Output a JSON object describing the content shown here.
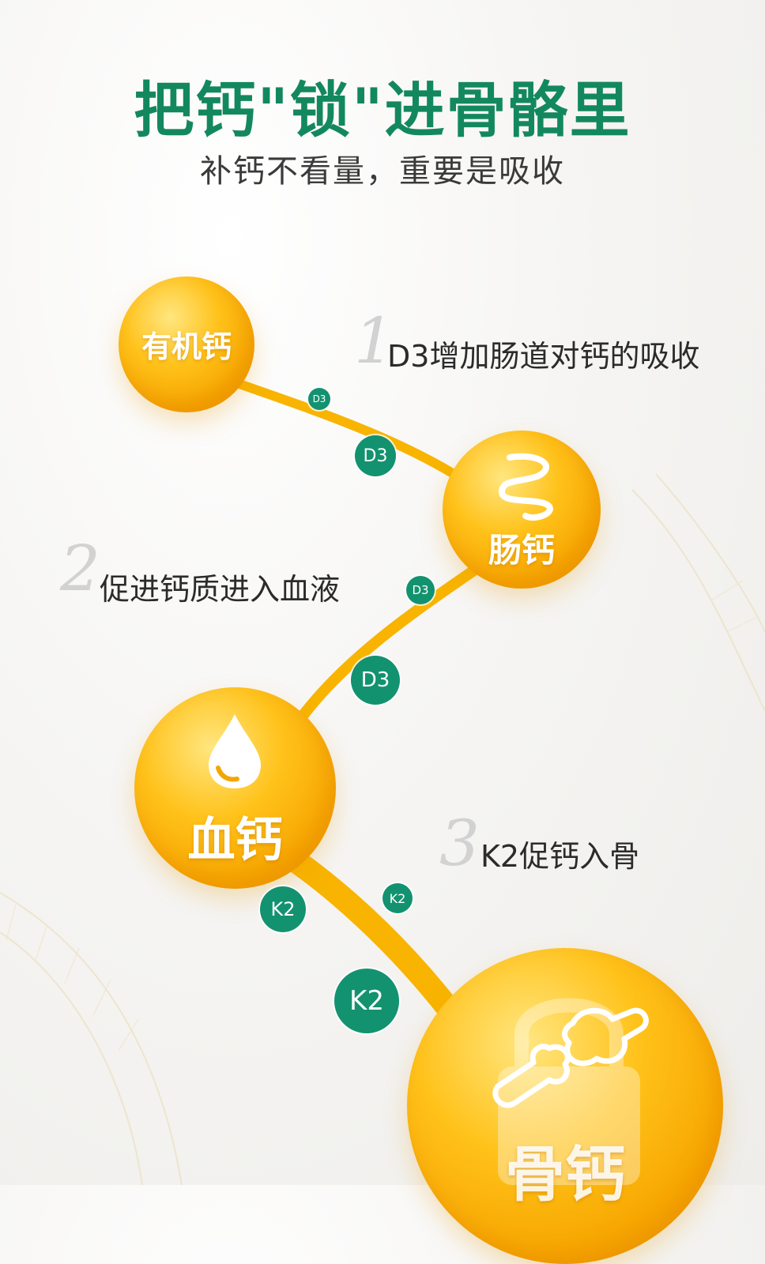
{
  "headline": "把钙\"锁\"进骨骼里",
  "subheadline": "补钙不看量，重要是吸收",
  "nodes": {
    "organic": {
      "label": "有机钙"
    },
    "intestine": {
      "label": "肠钙",
      "icon": "intestine-icon"
    },
    "blood": {
      "label": "血钙",
      "icon": "drop-icon"
    },
    "bone": {
      "label": "骨钙",
      "icon": "bone-joint-icon"
    }
  },
  "steps": [
    {
      "num": "1",
      "text": "D3增加肠道对钙的吸收"
    },
    {
      "num": "2",
      "text": "促进钙质进入血液"
    },
    {
      "num": "3",
      "text": "K2促钙入骨"
    }
  ],
  "badges": {
    "d3_1": "D3",
    "d3_2": "D3",
    "d3_3": "D3",
    "d3_4": "D3",
    "k2_1": "K2",
    "k2_2": "K2",
    "k2_3": "K2"
  },
  "colors": {
    "headline_green": "#13885f",
    "badge_green": "#139270",
    "sphere_orange": "#f7a600",
    "path_orange": "#f8b400"
  }
}
